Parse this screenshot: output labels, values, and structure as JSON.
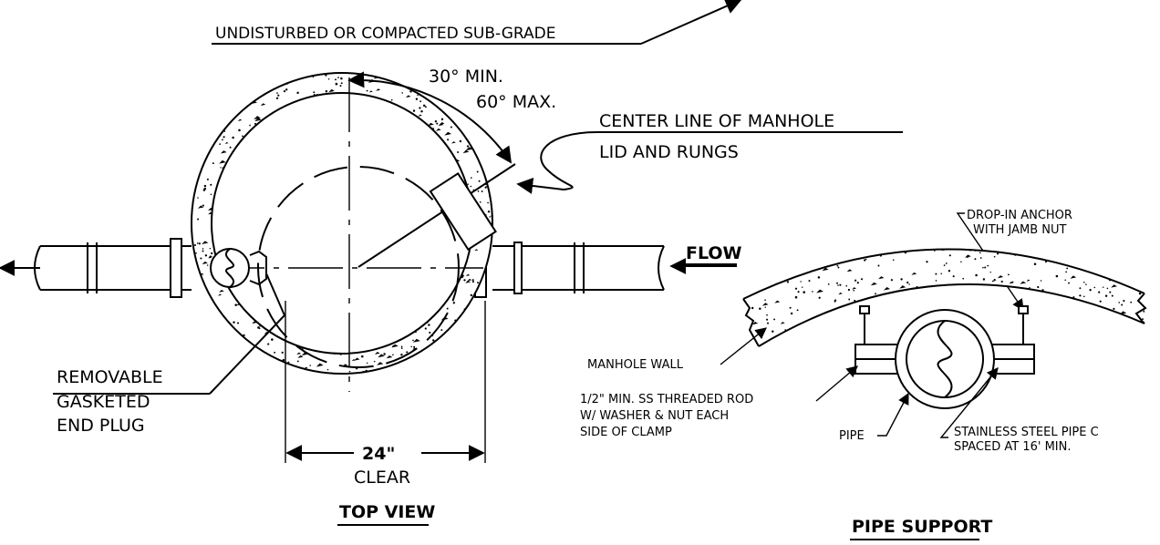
{
  "top_view": {
    "subgrade_label": "UNDISTURBED OR COMPACTED SUB-GRADE",
    "angle_min_label": "30° MIN.",
    "angle_max_label": "60° MAX.",
    "centerline_label_1": "CENTER LINE OF MANHOLE",
    "centerline_label_2": "LID AND RUNGS",
    "flow_label": "FLOW",
    "plug_label_1": "REMOVABLE",
    "plug_label_2": "GASKETED",
    "plug_label_3": "END PLUG",
    "clear_dimension": "24\"",
    "clear_label": "CLEAR",
    "title": "TOP VIEW"
  },
  "pipe_support": {
    "anchor_label_1": "DROP-IN ANCHOR",
    "anchor_label_2": "WITH JAMB NUT",
    "wall_label": "MANHOLE WALL",
    "rod_label_1": "1/2\" MIN. SS THREADED ROD",
    "rod_label_2": "W/ WASHER & NUT EACH",
    "rod_label_3": "SIDE OF CLAMP",
    "pipe_label": "PIPE",
    "clamp_label_1": "STAINLESS STEEL PIPE C",
    "clamp_label_2": "SPACED AT 16' MIN.",
    "title": "PIPE SUPPORT"
  }
}
